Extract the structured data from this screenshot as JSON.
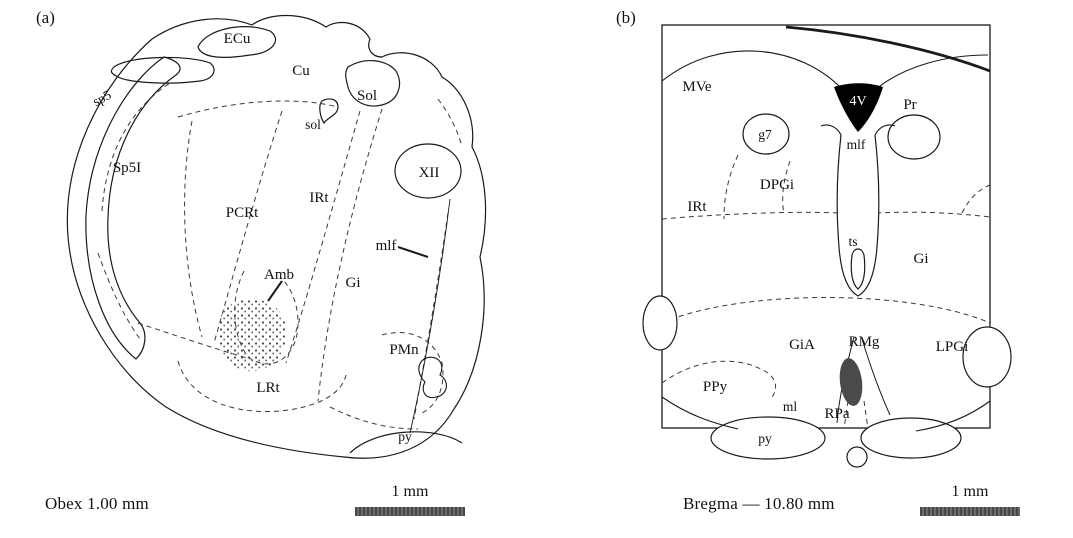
{
  "figure": {
    "colors": {
      "ink": "#1a1a1a",
      "dash": "#3a3a3a",
      "scalebar": "#5a5a5a",
      "stipple": "#4a4a4a",
      "ventricle_fill": "#000000"
    },
    "panel_a": {
      "tag": "(a)",
      "caption": "Obex 1.00 mm",
      "scale_label": "1 mm",
      "labels": {
        "ecu": "ECu",
        "cu": "Cu",
        "sol_nucleus": "Sol",
        "sol_tract": "sol",
        "sp5": "sp5",
        "sp5i": "Sp5I",
        "pcrt": "PCRt",
        "irt": "IRt",
        "xii": "XII",
        "mlf": "mlf",
        "amb": "Amb",
        "gi": "Gi",
        "pmn": "PMn",
        "lrt": "LRt",
        "py": "py"
      }
    },
    "panel_b": {
      "tag": "(b)",
      "caption": "Bregma — 10.80 mm",
      "scale_label": "1 mm",
      "labels": {
        "mve": "MVe",
        "g7": "g7",
        "v4": "4V",
        "pr": "Pr",
        "mlf": "mlf",
        "dpgi": "DPGi",
        "irt": "IRt",
        "ts": "ts",
        "gi": "Gi",
        "gia": "GiA",
        "rmg": "RMg",
        "lpgi": "LPGi",
        "ppy": "PPy",
        "ml": "ml",
        "rpa": "RPa",
        "py": "py"
      }
    }
  }
}
